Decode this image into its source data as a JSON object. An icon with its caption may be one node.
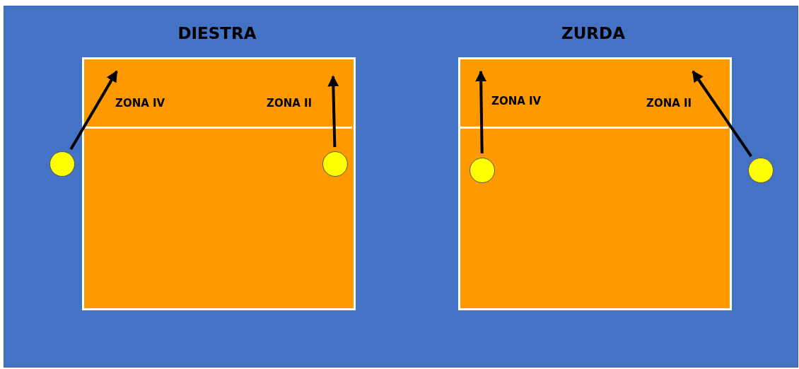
{
  "diagram": {
    "nodes": [
      {
        "text": [
          "DIESTRA"
        ]
      },
      {
        "text": [
          "ZURDA"
        ]
      },
      {
        "text": [],
        "shape": "circle"
      },
      {
        "text": [],
        "shape": "circle",
        "in": 0
      },
      {
        "text": [],
        "shape": "circle",
        "in": 1
      },
      {
        "text": [],
        "shape": "circle"
      }
    ],
    "edges": [
      {
        "from": 2,
        "to": 0,
        "arrow": "to"
      },
      {
        "from": 3,
        "to": 0,
        "arrow": "to"
      },
      {
        "from": 4,
        "to": 1,
        "arrow": "to"
      },
      {
        "from": 5,
        "to": 1,
        "arrow": "to"
      }
    ],
    "labels": [
      "ZONA IV",
      "ZONA II",
      "ZONA IV",
      "ZONA II"
    ]
  }
}
